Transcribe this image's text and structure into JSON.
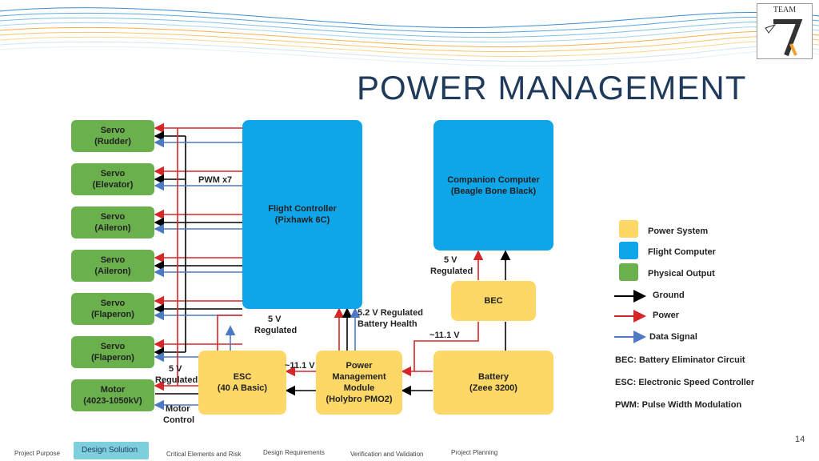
{
  "header": {
    "title": "POWER MANAGEMENT"
  },
  "logo": {
    "text": "TEAM"
  },
  "diagram": {
    "servos": [
      {
        "name": "Servo",
        "sub": "(Rudder)"
      },
      {
        "name": "Servo",
        "sub": "(Elevator)"
      },
      {
        "name": "Servo",
        "sub": "(Aileron)"
      },
      {
        "name": "Servo",
        "sub": "(Aileron)"
      },
      {
        "name": "Servo",
        "sub": "(Flaperon)"
      },
      {
        "name": "Servo",
        "sub": "(Flaperon)"
      }
    ],
    "motor": {
      "name": "Motor",
      "sub": "(4023-1050kV)"
    },
    "flight_controller": {
      "name": "Flight Controller",
      "sub": "(Pixhawk 6C)"
    },
    "companion": {
      "name": "Companion Computer",
      "sub": "(Beagle Bone Black)"
    },
    "bec": {
      "name": "BEC"
    },
    "esc": {
      "name": "ESC",
      "sub": "(40 A Basic)"
    },
    "pmm": {
      "line1": "Power",
      "line2": "Management",
      "line3": "Module",
      "line4": "(Holybro PMO2)"
    },
    "battery": {
      "name": "Battery",
      "sub": "(Zeee 3200)"
    },
    "labels": {
      "pwm": "PWM x7",
      "fc_5v_a": "5 V",
      "fc_5v_b": "Regulated",
      "pm_5v2_a": "5.2 V Regulated",
      "pm_5v2_b": "Battery Health",
      "bec_11v": "~11.1 V",
      "cc_5v_a": "5 V",
      "cc_5v_b": "Regulated",
      "esc_11v": "~11.1 V",
      "motor_5v_a": "5 V",
      "motor_5v_b": "Regulated",
      "motor_ctrl_a": "Motor",
      "motor_ctrl_b": "Control"
    }
  },
  "legend": {
    "items": [
      {
        "label": "Power System",
        "color": "#fdd866"
      },
      {
        "label": "Flight Computer",
        "color": "#0ea5e9"
      },
      {
        "label": "Physical Output",
        "color": "#6ab04c"
      }
    ],
    "arrows": [
      {
        "label": "Ground",
        "color": "#000000"
      },
      {
        "label": "Power",
        "color": "#d62728"
      },
      {
        "label": "Data Signal",
        "color": "#4e79c4"
      }
    ],
    "notes": [
      "BEC: Battery Eliminator Circuit",
      "ESC: Electronic Speed Controller",
      "PWM: Pulse Width Modulation"
    ]
  },
  "footer": {
    "items": [
      "Project Purpose",
      "Design Solution",
      "Critical Elements and Risk",
      "Design Requirements",
      "Verification and Validation",
      "Project Planning"
    ],
    "page": "14"
  },
  "colors": {
    "ground": "#000000",
    "power": "#d62728",
    "signal": "#4e79c4",
    "title": "#1f3a5a"
  }
}
